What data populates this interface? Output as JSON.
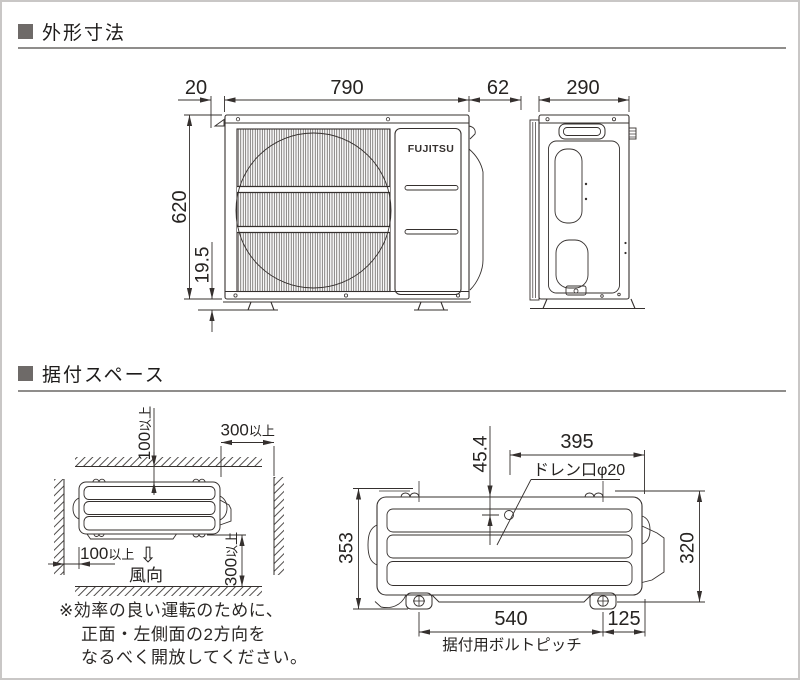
{
  "page": {
    "title_section1": "外形寸法",
    "title_section2": "据付スペース"
  },
  "outline": {
    "dim_top_offset": "20",
    "dim_width": "790",
    "dim_gap": "62",
    "dim_depth": "290",
    "dim_height": "620",
    "dim_foot": "19.5",
    "logo": "FUJITSU"
  },
  "install": {
    "clearance_top": {
      "value": "100",
      "suffix": "以上"
    },
    "clearance_right": {
      "value": "300",
      "suffix": "以上"
    },
    "clearance_left": {
      "value": "100",
      "suffix": "以上"
    },
    "clearance_bottom": {
      "value": "300",
      "suffix": "以上"
    },
    "wind_arrow": "⇩",
    "wind_label": "風向",
    "dim_drain_x": "395",
    "dim_drain_y": "45.4",
    "drain_label": "ドレン口φ20",
    "dim_depth_total": "353",
    "dim_bolt_depth": "320",
    "dim_bolt_pitch": "540",
    "dim_bolt_right": "125",
    "bolt_pitch_label": "据付用ボルトピッチ"
  },
  "note": {
    "line1": "※効率の良い運転のために、",
    "line2": "正面・左側面の2方向を",
    "line3": "なるべく開放してください。"
  }
}
